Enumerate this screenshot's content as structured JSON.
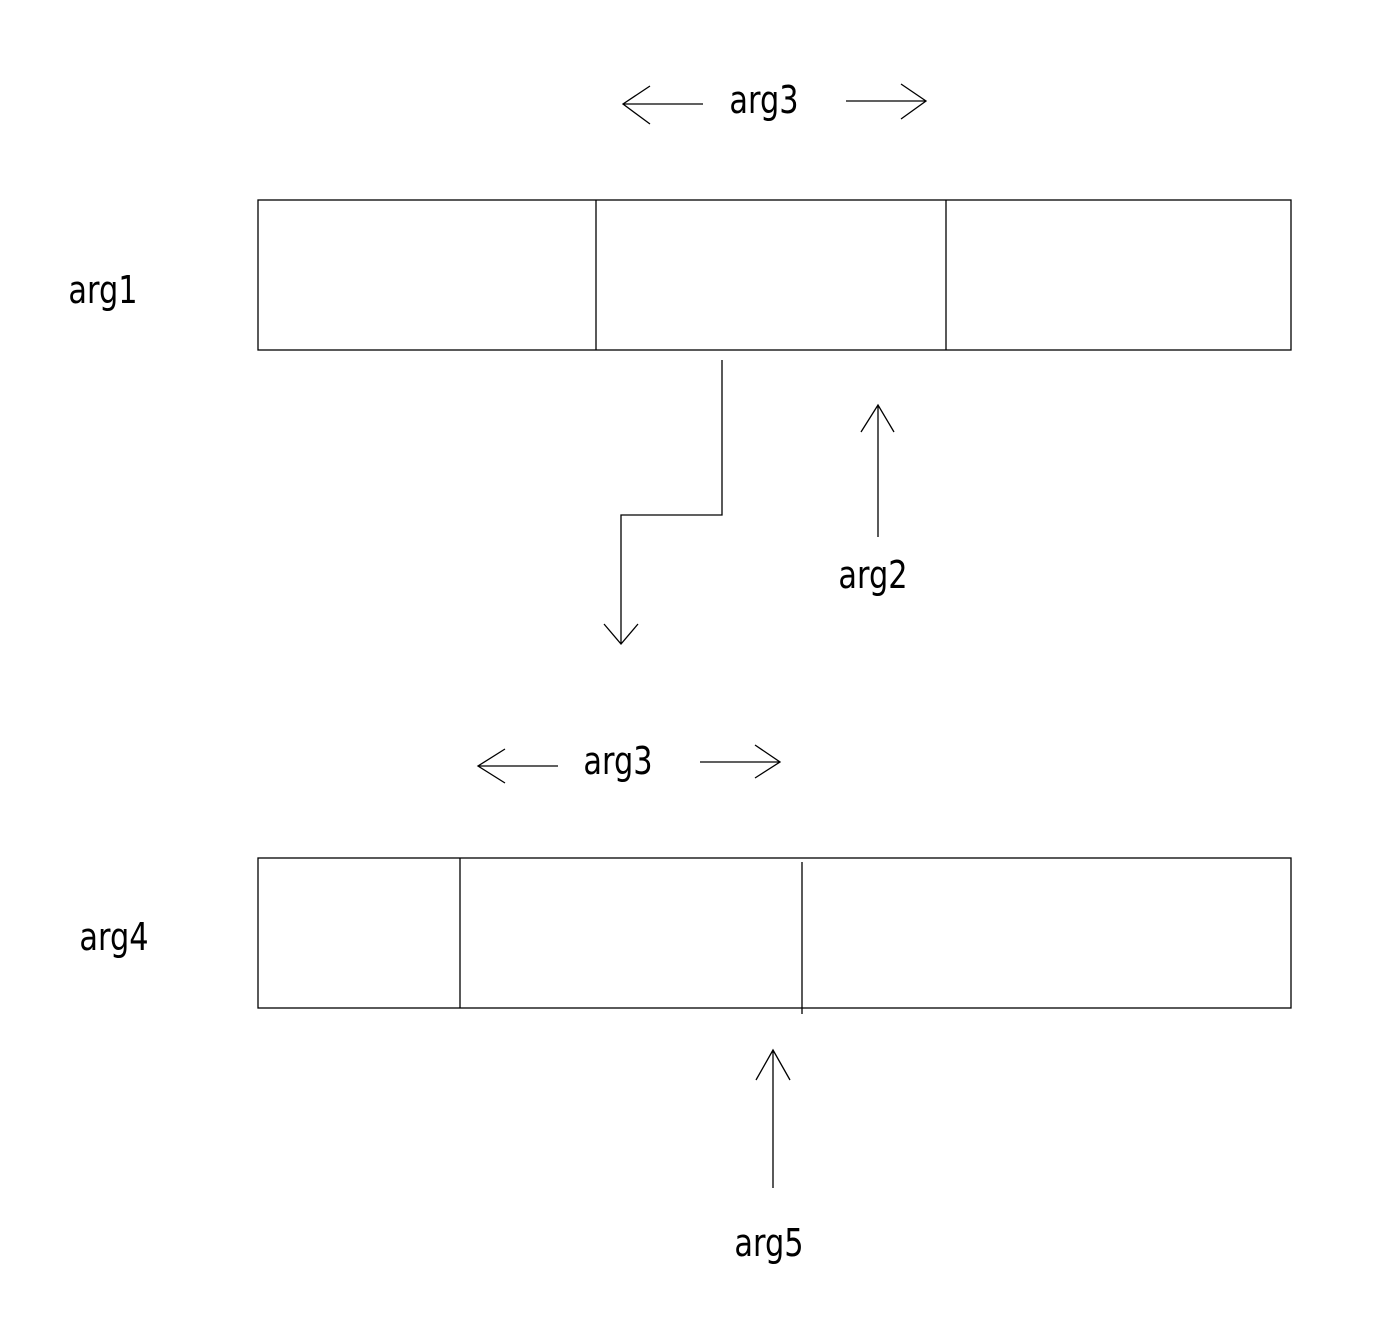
{
  "labels": {
    "top_array": "arg1",
    "top_width": "arg3",
    "top_pointer": "arg2",
    "bottom_array": "arg4",
    "bottom_width": "arg3",
    "bottom_pointer": "arg5"
  },
  "colors": {
    "line": "#000000",
    "background": "#ffffff"
  }
}
